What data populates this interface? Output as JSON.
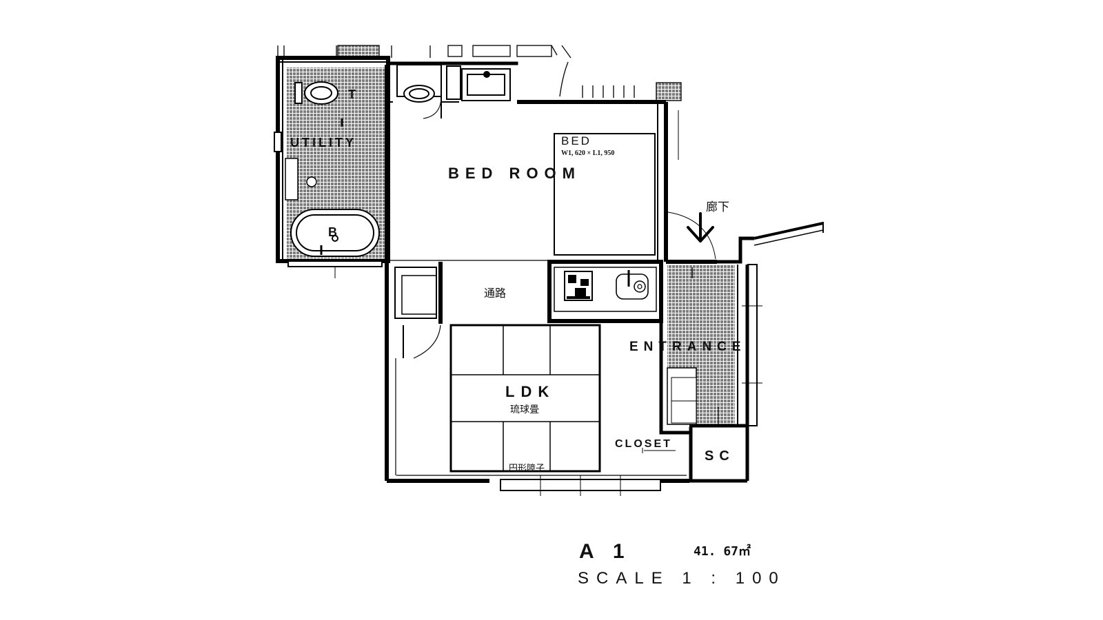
{
  "rooms": {
    "utility": "UTILITY",
    "toilet": "T",
    "bath": "B",
    "bedroom": "BED ROOM",
    "bed_label": "BED",
    "bed_size": "W1, 620 × L1, 950",
    "corridor_outside": "廊下",
    "passage": "通路",
    "ldk": "LDK",
    "ldk_floor": "琉球畳",
    "entrance": "ENTRANCE",
    "closet": "CLOSET",
    "shoe_closet": "SC",
    "shoji": "円形障子"
  },
  "unit": {
    "name": "A 1",
    "area": "41. 67㎡",
    "scale": "SCALE 1 : 100"
  },
  "colors": {
    "wall": "#000000",
    "tile": "#8c8c8c",
    "line": "#222222",
    "background": "#ffffff"
  },
  "icons": [
    "toilet-icon",
    "bathtub-icon",
    "washbasin-icon",
    "stove-icon",
    "sink-icon",
    "entry-arrow-icon"
  ]
}
